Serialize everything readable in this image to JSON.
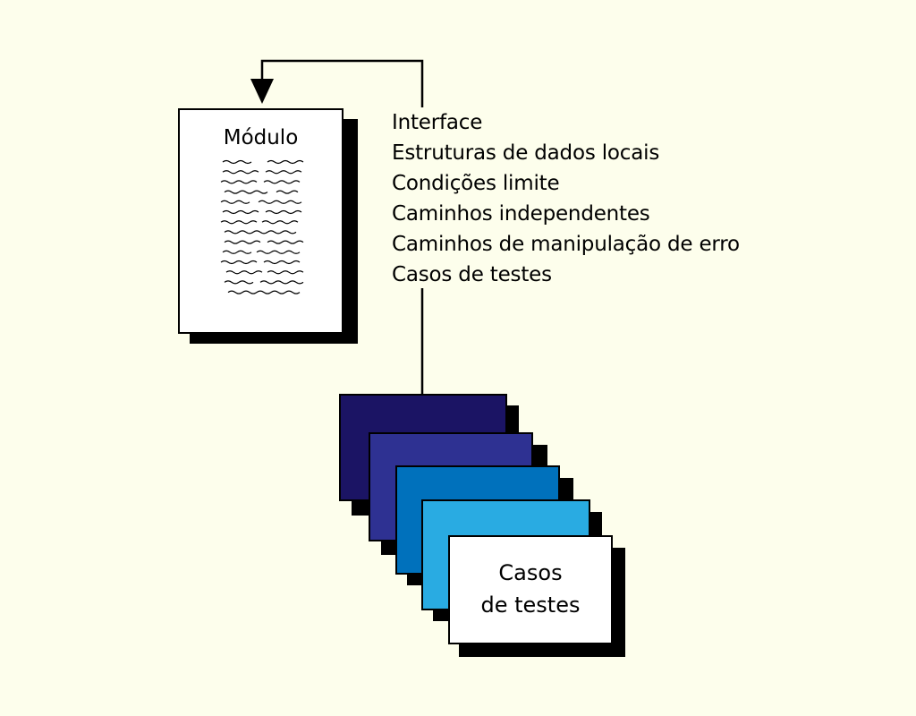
{
  "module": {
    "title": "Módulo"
  },
  "checklist": [
    "Interface",
    "Estruturas de dados locais",
    "Condições limite",
    "Caminhos independentes",
    "Caminhos de manipulação de erro",
    "Casos de testes"
  ],
  "test_cases": {
    "label_line1": "Casos",
    "label_line2": "de testes",
    "stack_colors": [
      "#1b1464",
      "#2e3192",
      "#0071bc",
      "#29abe2",
      "#ffffff"
    ]
  },
  "colors": {
    "background": "#fdfeec",
    "ink": "#000000"
  }
}
